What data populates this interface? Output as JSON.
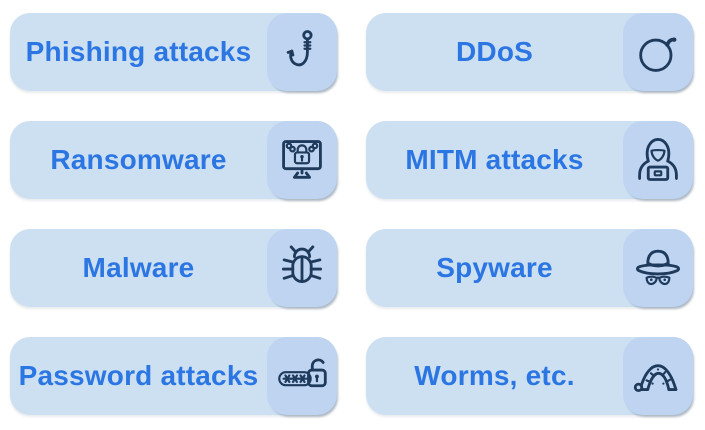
{
  "colors": {
    "card_bg": "#cde0f2",
    "icon_bg": "#bfd4f0",
    "label": "#2b76e3",
    "icon_stroke": "#1e3a5c",
    "page_bg": "#ffffff"
  },
  "cards": [
    {
      "label": "Phishing attacks",
      "icon": "fish-hook-icon"
    },
    {
      "label": "DDoS",
      "icon": "bomb-icon"
    },
    {
      "label": "Ransomware",
      "icon": "locked-monitor-icon"
    },
    {
      "label": "MITM attacks",
      "icon": "hacker-laptop-icon"
    },
    {
      "label": "Malware",
      "icon": "bug-icon"
    },
    {
      "label": "Spyware",
      "icon": "spy-icon"
    },
    {
      "label": "Password attacks",
      "icon": "password-lock-icon"
    },
    {
      "label": "Worms, etc.",
      "icon": "worm-icon"
    }
  ]
}
